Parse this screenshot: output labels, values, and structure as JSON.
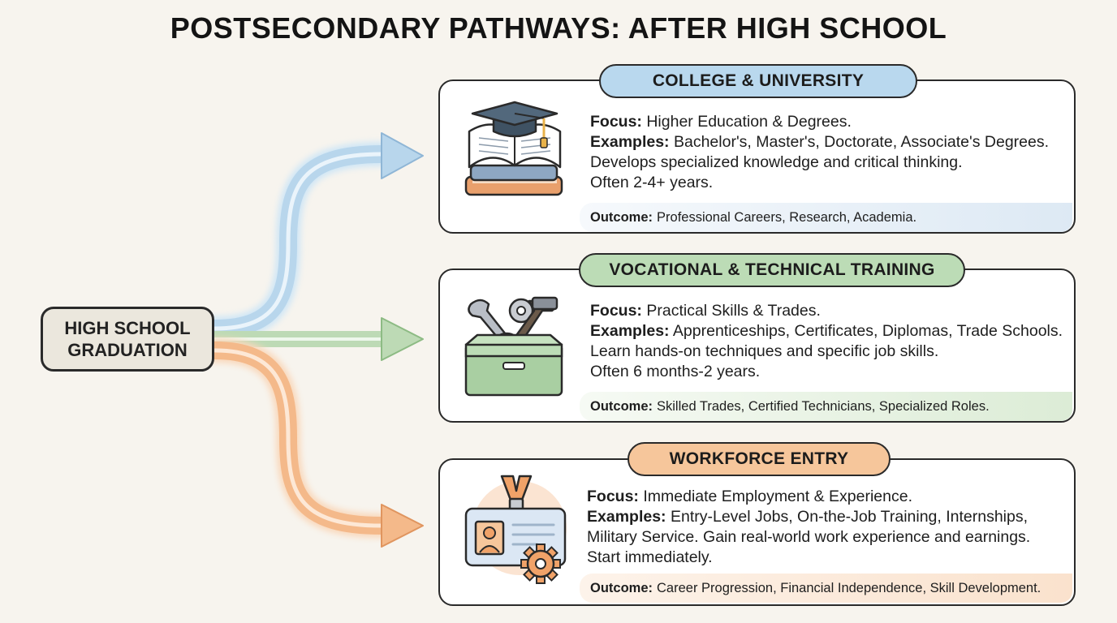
{
  "title": "POSTSECONDARY PATHWAYS: AFTER HIGH SCHOOL",
  "start": {
    "line1": "HIGH SCHOOL",
    "line2": "GRADUATION"
  },
  "colors": {
    "college": "#b9d8ee",
    "vocational": "#bcdcb6",
    "workforce": "#f6c69b"
  },
  "pathways": [
    {
      "heading": "COLLEGE & UNIVERSITY",
      "icon": "graduation-cap-books-icon",
      "focus_label": "Focus:",
      "focus": "Higher Education & Degrees.",
      "examples_label": "Examples:",
      "examples": "Bachelor's, Master's, Doctorate, Associate's Degrees.",
      "extra_line1": "Develops specialized knowledge and critical thinking.",
      "extra_line2": "Often 2-4+ years.",
      "outcome_label": "Outcome:",
      "outcome": "Professional Careers, Research, Academia."
    },
    {
      "heading": "VOCATIONAL & TECHNICAL TRAINING",
      "icon": "toolbox-icon",
      "focus_label": "Focus:",
      "focus": "Practical Skills & Trades.",
      "examples_label": "Examples:",
      "examples": "Apprenticeships, Certificates, Diplomas, Trade Schools.",
      "extra_line1": "Learn hands-on techniques and specific job skills.",
      "extra_line2": "Often 6 months-2 years.",
      "outcome_label": "Outcome:",
      "outcome": "Skilled Trades, Certified Technicians, Specialized Roles."
    },
    {
      "heading": "WORKFORCE ENTRY",
      "icon": "id-badge-gear-icon",
      "focus_label": "Focus:",
      "focus": "Immediate Employment & Experience.",
      "examples_label": "Examples:",
      "examples": "Entry-Level Jobs, On-the-Job Training, Internships,",
      "extra_line1": "Military Service. Gain real-world work experience and earnings.",
      "extra_line2": "Start immediately.",
      "outcome_label": "Outcome:",
      "outcome": "Career Progression, Financial Independence, Skill Development."
    }
  ]
}
